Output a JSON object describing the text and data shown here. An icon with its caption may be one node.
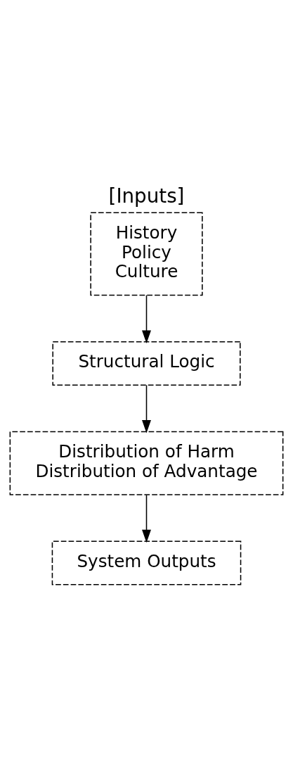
{
  "diagram": {
    "title": "[Inputs]",
    "nodes": [
      {
        "text": [
          "History",
          "Policy",
          "Culture"
        ]
      },
      {
        "text": [
          "Structural Logic"
        ]
      },
      {
        "text": [
          "Distribution of Harm",
          "Distribution of Advantage"
        ]
      },
      {
        "text": [
          "System Outputs"
        ]
      }
    ],
    "edges": [
      {
        "from": 0,
        "to": 1,
        "arrow": "to"
      },
      {
        "from": 1,
        "to": 2,
        "arrow": "to"
      },
      {
        "from": 2,
        "to": 3,
        "arrow": "to"
      }
    ]
  }
}
